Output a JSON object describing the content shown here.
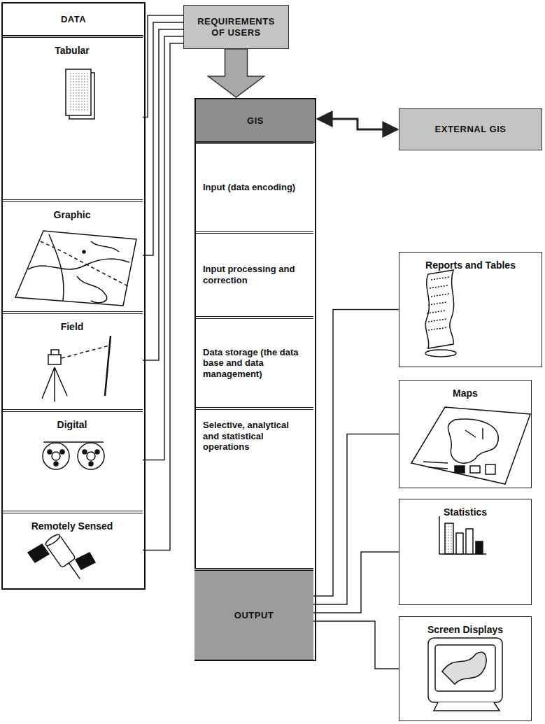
{
  "diagram": {
    "nodes": [
      {
        "text": [
          "DATA"
        ]
      },
      {
        "text": [
          "Tabular"
        ],
        "in": 0
      },
      {
        "text": [
          "Graphic"
        ],
        "in": 0
      },
      {
        "text": [
          "Field"
        ],
        "in": 0
      },
      {
        "text": [
          "Digital"
        ],
        "in": 0
      },
      {
        "text": [
          "Remotely Sensed"
        ],
        "in": 0
      },
      {
        "text": [
          "REQUIREMENTS OF USERS"
        ]
      },
      {
        "text": [
          "EXTERNAL GIS"
        ]
      },
      {
        "text": [
          "GIS"
        ]
      },
      {
        "text": [
          "Input (data encoding)"
        ],
        "in": 8
      },
      {
        "text": [
          "Input processing and correction"
        ],
        "in": 8
      },
      {
        "text": [
          "Data storage (the data base and data management)"
        ],
        "in": 8
      },
      {
        "text": [
          "Selective, analytical and statistical operations"
        ],
        "in": 8
      },
      {
        "text": [
          "OUTPUT"
        ],
        "in": 8
      },
      {
        "text": [
          "Reports and Tables"
        ]
      },
      {
        "text": [
          "Maps"
        ]
      },
      {
        "text": [
          "Statistics"
        ]
      },
      {
        "text": [
          "Screen Displays"
        ]
      }
    ],
    "edges": [
      {
        "from": 1,
        "to": 6,
        "arrow": "none"
      },
      {
        "from": 2,
        "to": 6,
        "arrow": "none"
      },
      {
        "from": 3,
        "to": 6,
        "arrow": "none"
      },
      {
        "from": 4,
        "to": 6,
        "arrow": "none"
      },
      {
        "from": 5,
        "to": 6,
        "arrow": "none"
      },
      {
        "from": 6,
        "to": 8,
        "arrow": "to"
      },
      {
        "from": 8,
        "to": 7,
        "arrow": "both"
      },
      {
        "from": 13,
        "to": 14,
        "arrow": "none"
      },
      {
        "from": 13,
        "to": 15,
        "arrow": "none"
      },
      {
        "from": 13,
        "to": 16,
        "arrow": "none"
      },
      {
        "from": 13,
        "to": 17,
        "arrow": "none"
      }
    ]
  }
}
